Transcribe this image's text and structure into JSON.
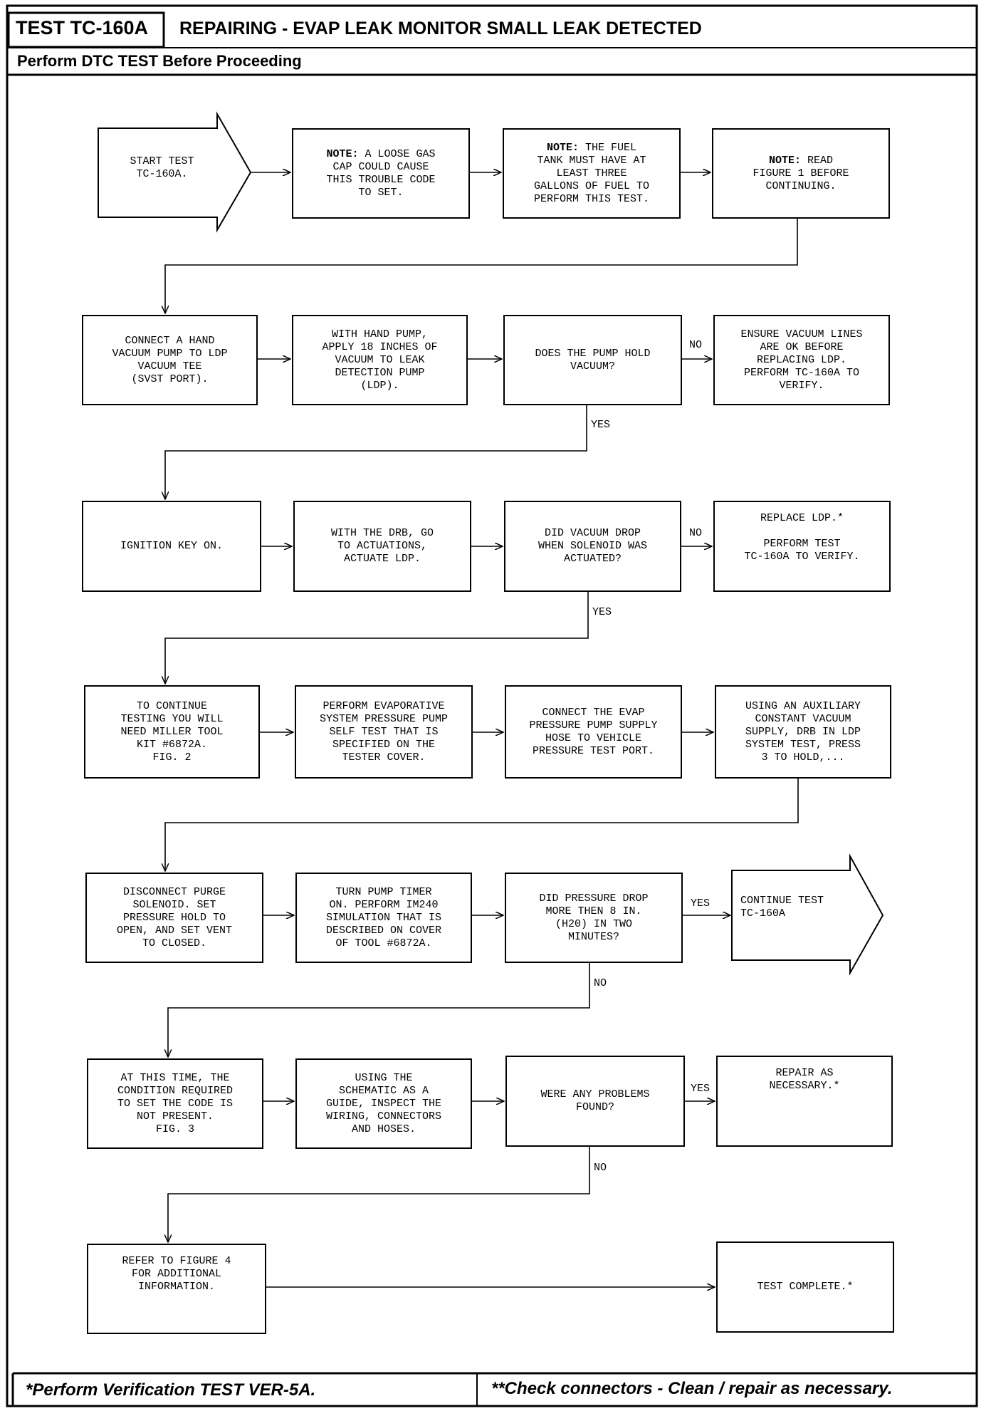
{
  "header": {
    "test_id": "TEST TC-160A",
    "title": "REPAIRING - EVAP LEAK MONITOR SMALL LEAK DETECTED",
    "subtitle": "Perform DTC TEST Before Proceeding"
  },
  "nodes": {
    "n1": {
      "text": "START TEST\nTC-160A."
    },
    "n2": {
      "note": "NOTE:",
      "text": " A LOOSE GAS\nCAP COULD CAUSE\nTHIS TROUBLE CODE\nTO SET."
    },
    "n3": {
      "note": "NOTE:",
      "text": " THE FUEL\nTANK MUST HAVE AT\nLEAST THREE\nGALLONS OF FUEL TO\nPERFORM THIS TEST."
    },
    "n4": {
      "note": "NOTE:",
      "text": " READ\nFIGURE 1 BEFORE\nCONTINUING."
    },
    "n5": {
      "text": "CONNECT A HAND\nVACUUM PUMP TO LDP\nVACUUM TEE\n(SVST PORT)."
    },
    "n6": {
      "text": "WITH HAND PUMP,\nAPPLY 18 INCHES OF\nVACUUM TO LEAK\nDETECTION PUMP\n(LDP)."
    },
    "n7": {
      "text": "DOES THE PUMP HOLD\nVACUUM?"
    },
    "n8": {
      "text": "ENSURE VACUUM LINES\nARE OK BEFORE\nREPLACING LDP.\nPERFORM TC-160A TO\nVERIFY."
    },
    "n9": {
      "text": "IGNITION KEY ON."
    },
    "n10": {
      "text": "WITH THE DRB, GO\nTO ACTUATIONS,\nACTUATE LDP."
    },
    "n11": {
      "text": "DID VACUUM DROP\nWHEN SOLENOID WAS\nACTUATED?"
    },
    "n12": {
      "text": "REPLACE LDP.*\n\nPERFORM TEST\nTC-160A TO VERIFY."
    },
    "n13": {
      "text": "TO CONTINUE\nTESTING YOU WILL\nNEED MILLER TOOL\nKIT #6872A.\nFIG. 2"
    },
    "n14": {
      "text": "PERFORM EVAPORATIVE\nSYSTEM PRESSURE PUMP\nSELF TEST THAT IS\nSPECIFIED ON THE\nTESTER COVER."
    },
    "n15": {
      "text": "CONNECT THE EVAP\nPRESSURE PUMP SUPPLY\nHOSE TO VEHICLE\nPRESSURE TEST PORT."
    },
    "n16": {
      "text": "USING AN AUXILIARY\nCONSTANT VACUUM\nSUPPLY, DRB IN LDP\nSYSTEM TEST, PRESS\n3 TO HOLD,..."
    },
    "n17": {
      "text": "DISCONNECT PURGE\nSOLENOID. SET\nPRESSURE HOLD TO\nOPEN, AND SET VENT\nTO CLOSED."
    },
    "n18": {
      "text": "TURN PUMP TIMER\nON. PERFORM IM240\nSIMULATION THAT IS\nDESCRIBED ON COVER\nOF TOOL #6872A."
    },
    "n19": {
      "text": "DID PRESSURE DROP\nMORE THEN 8 IN.\n(H20) IN TWO\nMINUTES?"
    },
    "n20": {
      "text": "CONTINUE TEST\nTC-160A"
    },
    "n21": {
      "text": "AT THIS TIME, THE\nCONDITION REQUIRED\nTO SET THE CODE IS\nNOT PRESENT.\nFIG. 3"
    },
    "n22": {
      "text": "USING THE\nSCHEMATIC AS A\nGUIDE, INSPECT THE\nWIRING, CONNECTORS\nAND HOSES."
    },
    "n23": {
      "text": "WERE ANY PROBLEMS\nFOUND?"
    },
    "n24": {
      "text": "REPAIR AS\nNECESSARY.*"
    },
    "n25": {
      "text": "REFER TO FIGURE 4\nFOR ADDITIONAL\nINFORMATION."
    },
    "n26": {
      "text": "TEST COMPLETE.*"
    }
  },
  "edge_labels": {
    "no": "NO",
    "yes": "YES"
  },
  "footer": {
    "left": "*Perform Verification TEST VER-5A.",
    "right": "**Check connectors - Clean / repair as necessary."
  }
}
